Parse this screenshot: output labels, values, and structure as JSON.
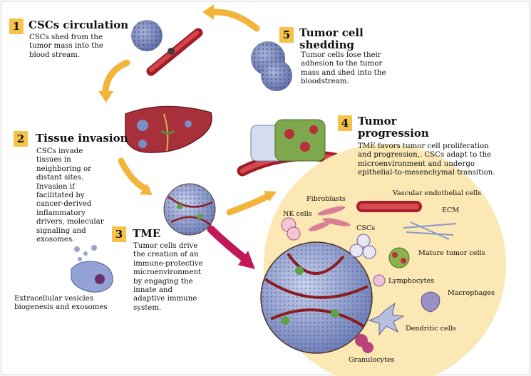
{
  "steps": [
    {
      "number": "1",
      "title": "CSCs circulation",
      "lines": [
        "CSCs shed from the",
        "tumor mass into the",
        "blood stream."
      ]
    },
    {
      "number": "2",
      "title": "Tissue invasion",
      "lines": [
        "CSCs invade",
        "tissues in",
        "neighboring or",
        "distant sites.",
        "Invasion if",
        "facilitated by",
        "cancer-derived",
        "inflammatory",
        "drivers, molecular",
        "signaling and",
        "exosomes."
      ]
    },
    {
      "number": "3",
      "title": "TME",
      "lines": [
        "Tumor cells drive",
        "the creation of an",
        "immune-protective",
        "microenvironment",
        "by engaging the",
        "innate and",
        "adaptive immune",
        "system."
      ]
    },
    {
      "number": "4",
      "title_lines": [
        "Tumor",
        "progression"
      ],
      "lines": [
        "TME favors tumor cell proliferation",
        "and progression,. CSCs adapt to the",
        "microenvironment and undergo",
        "epithelial-to-mesenchymal transition."
      ]
    },
    {
      "number": "5",
      "title_lines": [
        "Tumor cell",
        "shedding"
      ],
      "lines": [
        "Tumor cells lose their",
        "adhesion to the tumor",
        "mass and shed into the",
        "bloodstream."
      ]
    }
  ],
  "exosome_caption": [
    "Extracellular vesicles",
    "biogenesis and exosomes"
  ],
  "tme_labels": {
    "fibroblasts": "Fibroblasts",
    "vascular": "Vascular endothelial cells",
    "nk": "NK cells",
    "ecm": "ECM",
    "cscs": "CSCs",
    "mature": "Mature tumor cells",
    "lymph": "Lymphocytes",
    "macro": "Macrophages",
    "dendritic": "Dendritic cells",
    "granulo": "Granulocytes"
  },
  "colors": {
    "badge": "#f6c249",
    "arrow": "#f3b43c",
    "magenta_arrow": "#c2185b",
    "tme_circle": "#fbe8b4",
    "tumor_cell": "#8090c0",
    "vessel": "#b7282e",
    "liver": "#a8303a"
  }
}
